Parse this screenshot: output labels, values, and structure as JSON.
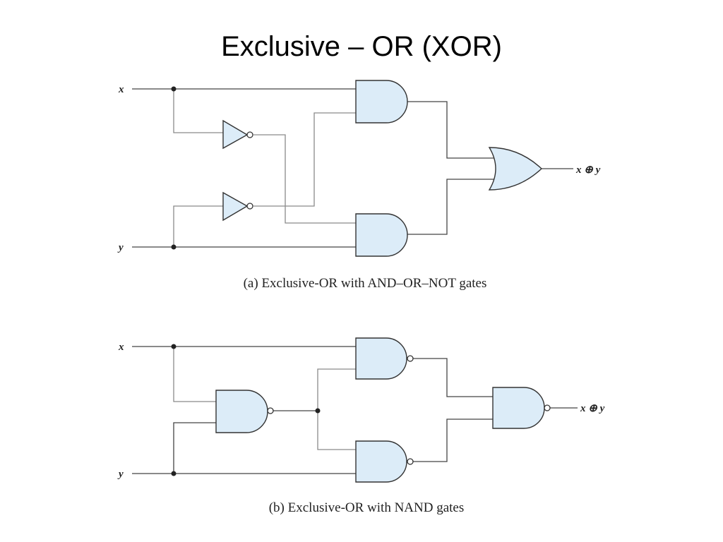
{
  "slide": {
    "title": "Exclusive – OR (XOR)"
  },
  "diagram_a": {
    "input_x": "x",
    "input_y": "y",
    "output": "x ⊕ y",
    "caption": "(a) Exclusive-OR with AND–OR–NOT gates"
  },
  "diagram_b": {
    "input_x": "x",
    "input_y": "y",
    "output": "x ⊕ y",
    "caption": "(b) Exclusive-OR with NAND gates"
  },
  "colors": {
    "gate_fill": "#dcecf8",
    "wire": "#444444",
    "wire_light": "#8a8a8a"
  }
}
